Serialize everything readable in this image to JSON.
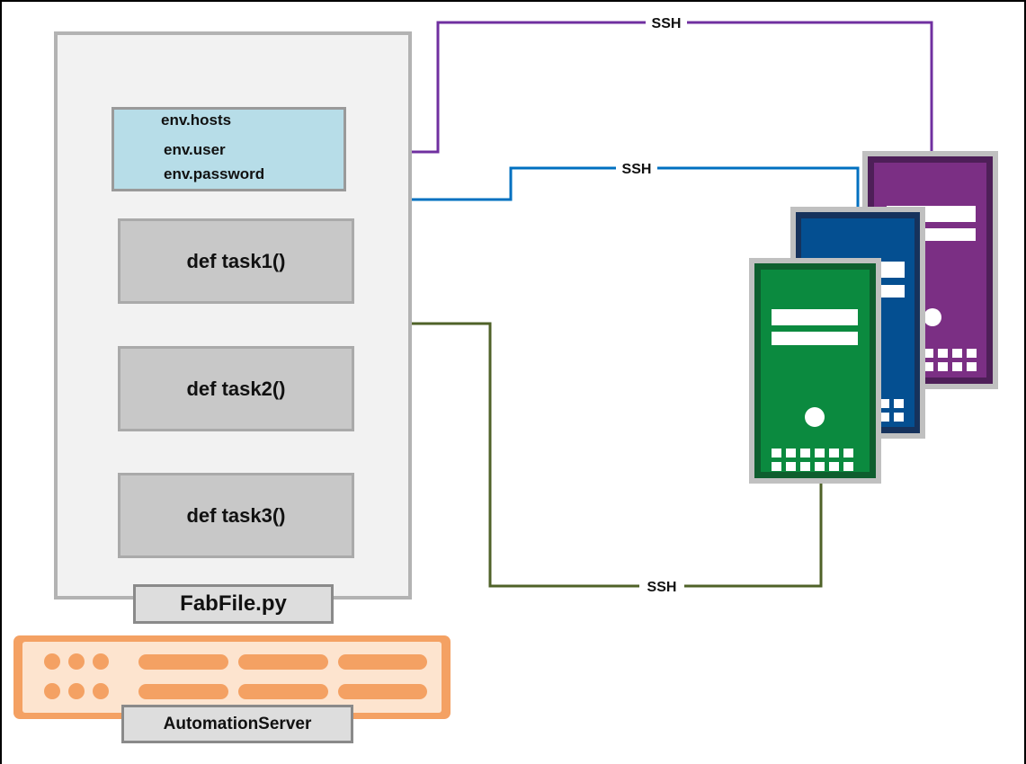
{
  "fabfile": {
    "env_lines": [
      "env.hosts",
      "env.user",
      "env.password"
    ],
    "tasks": [
      "def task1()",
      "def task2()",
      "def task3()"
    ],
    "label": "FabFile.py"
  },
  "automation_server": {
    "label": "AutomationServer"
  },
  "connections": [
    {
      "label": "SSH",
      "color": "#7030a0",
      "target": "purple-server"
    },
    {
      "label": "SSH",
      "color": "#0070c0",
      "target": "blue-server"
    },
    {
      "label": "SSH",
      "color": "#4f6228",
      "target": "green-server"
    }
  ],
  "colors": {
    "server_purple": "#7b2f84",
    "server_blue": "#044f91",
    "server_green": "#0b8a3f",
    "automation_orange": "#f4a163",
    "env_box": "#b7dde8"
  }
}
